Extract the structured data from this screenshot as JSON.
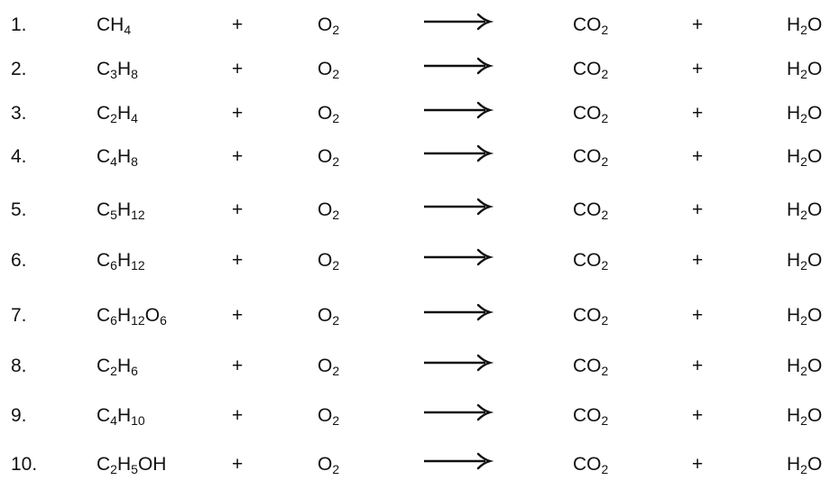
{
  "worksheet": {
    "equations": [
      {
        "number": "1.",
        "fuel": [
          {
            "t": "CH"
          },
          {
            "s": "4"
          }
        ]
      },
      {
        "number": "2.",
        "fuel": [
          {
            "t": "C"
          },
          {
            "s": "3"
          },
          {
            "t": "H"
          },
          {
            "s": "8"
          }
        ]
      },
      {
        "number": "3.",
        "fuel": [
          {
            "t": "C"
          },
          {
            "s": "2"
          },
          {
            "t": "H"
          },
          {
            "s": "4"
          }
        ]
      },
      {
        "number": "4.",
        "fuel": [
          {
            "t": "C"
          },
          {
            "s": "4"
          },
          {
            "t": "H"
          },
          {
            "s": "8"
          }
        ]
      },
      {
        "number": "5.",
        "fuel": [
          {
            "t": "C"
          },
          {
            "s": "5"
          },
          {
            "t": "H"
          },
          {
            "s": "12"
          }
        ]
      },
      {
        "number": "6.",
        "fuel": [
          {
            "t": "C"
          },
          {
            "s": "6"
          },
          {
            "t": "H"
          },
          {
            "s": "12"
          }
        ]
      },
      {
        "number": "7.",
        "fuel": [
          {
            "t": "C"
          },
          {
            "s": "6"
          },
          {
            "t": "H"
          },
          {
            "s": "12"
          },
          {
            "t": "O"
          },
          {
            "s": "6"
          }
        ]
      },
      {
        "number": "8.",
        "fuel": [
          {
            "t": "C"
          },
          {
            "s": "2"
          },
          {
            "t": "H"
          },
          {
            "s": "6"
          }
        ]
      },
      {
        "number": "9.",
        "fuel": [
          {
            "t": "C"
          },
          {
            "s": "4"
          },
          {
            "t": "H"
          },
          {
            "s": "10"
          }
        ]
      },
      {
        "number": "10.",
        "fuel": [
          {
            "t": "C"
          },
          {
            "s": "2"
          },
          {
            "t": "H"
          },
          {
            "s": "5"
          },
          {
            "t": "OH"
          }
        ]
      }
    ],
    "plus_sign": "+",
    "oxygen": [
      {
        "t": "O"
      },
      {
        "s": "2"
      }
    ],
    "carbon_dioxide": [
      {
        "t": "CO"
      },
      {
        "s": "2"
      }
    ],
    "water": [
      {
        "t": "H"
      },
      {
        "s": "2"
      },
      {
        "t": "O"
      }
    ],
    "arrow_icon": "long-right-arrow-icon"
  }
}
